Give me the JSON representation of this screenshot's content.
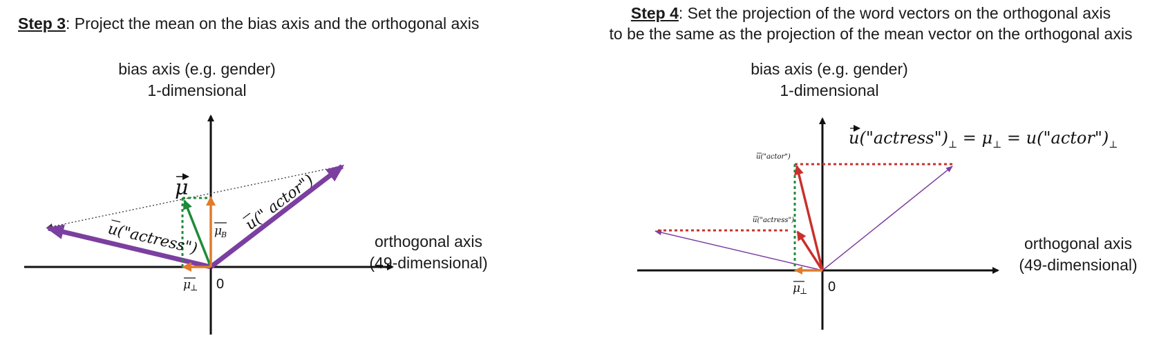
{
  "step3": {
    "title_bold": "Step 3",
    "title_rest": ": Project the mean on the bias axis and the orthogonal axis",
    "bias_axis_line1": "bias axis (e.g. gender)",
    "bias_axis_line2": "1-dimensional",
    "orth_axis_line1": "orthogonal axis",
    "orth_axis_line2": "(49-dimensional)",
    "origin": "0",
    "label_mean": "μ",
    "label_mu_b": "μ",
    "label_mu_b_sub": "B",
    "label_mu_perp": "μ",
    "label_mu_perp_sub": "⊥",
    "label_actress": "u(\"actress\")",
    "label_actor": "u(\" actor\")"
  },
  "step4": {
    "title_bold": "Step 4",
    "title_rest_line1": ": Set the projection of the word vectors on the orthogonal axis",
    "title_line2": "to be the same as the projection of the mean vector on the orthogonal axis",
    "bias_axis_line1": "bias axis (e.g. gender)",
    "bias_axis_line2": "1-dimensional",
    "orth_axis_line1": "orthogonal axis",
    "orth_axis_line2": "(49-dimensional)",
    "origin": "0",
    "label_actor_small": "u(\"actor\")",
    "label_actress_small": "u(\"actress\")",
    "label_mu_perp": "μ",
    "label_mu_perp_sub": "⊥",
    "equation_part1": "u(\"actress\")",
    "equation_sub1": "⊥",
    "equation_eq": " = ",
    "equation_mu": "μ",
    "equation_sub2": "⊥",
    "equation_part3": "u(\"actor\")",
    "equation_sub3": "⊥"
  },
  "colors": {
    "purple": "#7b3fa0",
    "green": "#1e8a3a",
    "orange": "#e07b2a",
    "red": "#c9302c",
    "axis": "#111111"
  }
}
